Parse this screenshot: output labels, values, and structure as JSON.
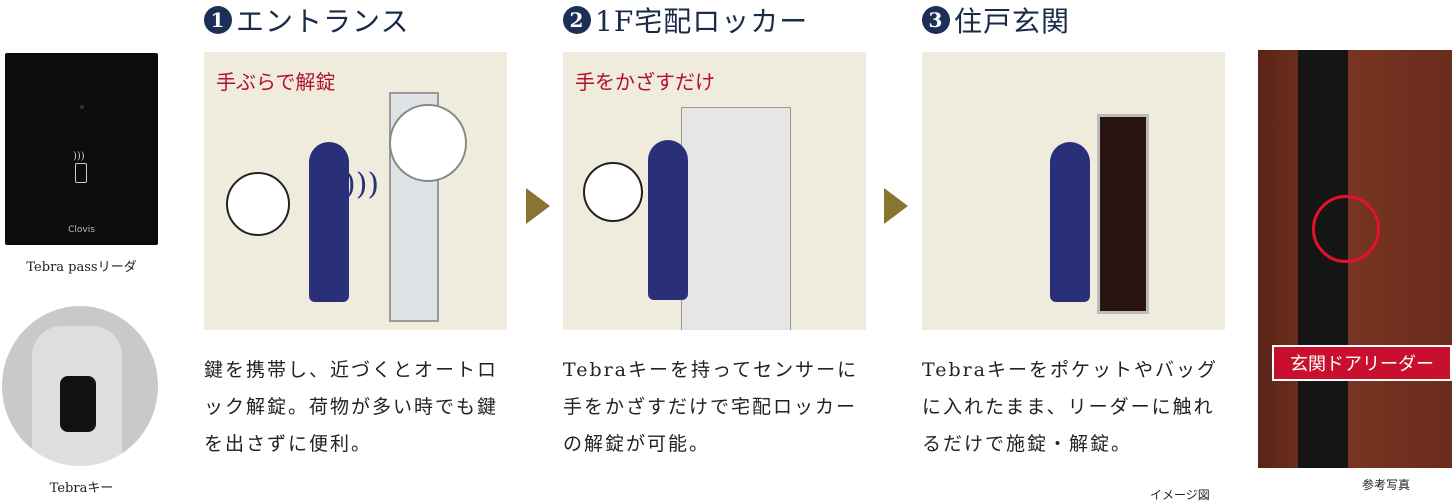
{
  "left": {
    "reader_label": "Tebra passリーダ",
    "reader_logo": "Clovis",
    "key_label": "Tebraキー"
  },
  "steps": [
    {
      "num": "1",
      "title": "エントランス",
      "tag": "手ぶらで解錠",
      "desc": "鍵を携帯し、近づくとオートロック解錠。荷物が多い時でも鍵を出さずに便利。"
    },
    {
      "num": "2",
      "title": "1F宅配ロッカー",
      "tag": "手をかざすだけ",
      "desc": "Tebraキーを持ってセンサーに手をかざすだけで宅配ロッカーの解錠が可能。"
    },
    {
      "num": "3",
      "title": "住戸玄関",
      "tag": "",
      "desc": "Tebraキーをポケットやバッグに入れたまま、リーダーに触れるだけで施錠・解錠。"
    }
  ],
  "photo": {
    "label": "玄関ドアリーダー",
    "caption": "参考写真"
  },
  "image_note": "イメージ図",
  "colors": {
    "navy": "#1b2f57",
    "red": "#c8102e",
    "panel": "#efecde",
    "arrow": "#8a7431"
  }
}
